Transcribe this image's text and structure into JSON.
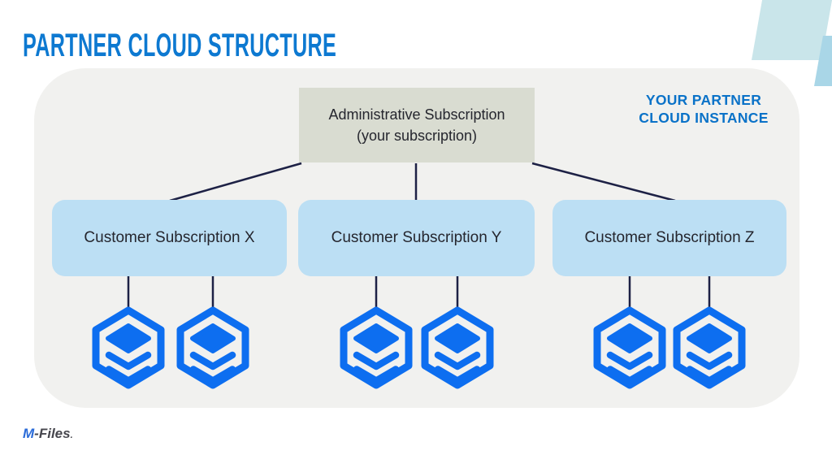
{
  "title": "PARTNER CLOUD STRUCTURE",
  "instance_label": {
    "line1": "YOUR PARTNER",
    "line2": "CLOUD INSTANCE"
  },
  "admin_box": {
    "line1": "Administrative Subscription",
    "line2": "(your subscription)"
  },
  "customers": [
    {
      "label": "Customer Subscription X",
      "vaults": 2
    },
    {
      "label": "Customer Subscription Y",
      "vaults": 2
    },
    {
      "label": "Customer Subscription Z",
      "vaults": 2
    }
  ],
  "logo": {
    "m": "M",
    "rest": "-Files",
    "dot": "."
  },
  "icons": {
    "vault": "vault-hexagon-stack-icon"
  },
  "colors": {
    "title_blue": "#0d79d1",
    "instance_blue": "#0a72c8",
    "admin_bg": "#d9dcd1",
    "customer_bg": "#bcdff4",
    "box_text": "#25262e",
    "connector_navy": "#1d2145",
    "vault_blue": "#0d6ef0",
    "container_gray": "#f1f1ef",
    "deco_teal": "#c9e5ea",
    "deco_blue": "#a9d6e7",
    "logo_blue": "#2a6bd8",
    "logo_gray": "#47474e"
  }
}
